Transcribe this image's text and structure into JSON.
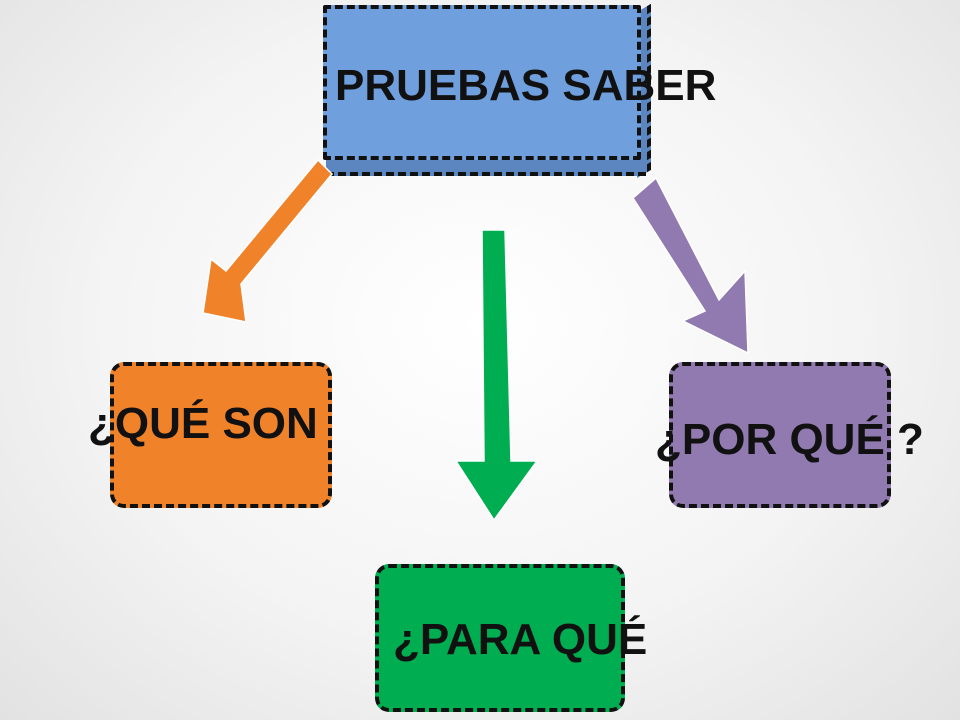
{
  "diagram": {
    "top_node": {
      "label": "PRUEBAS SABER",
      "color": "#6f9fdd"
    },
    "left_node": {
      "label": "¿QUÉ SON",
      "color": "#f0832a"
    },
    "right_node": {
      "label": "¿POR QUÉ ?",
      "color": "#907ab0"
    },
    "bottom_node": {
      "label": "¿PARA QUÉ",
      "color": "#00ad50"
    },
    "arrow_colors": {
      "left": "#f0832a",
      "center": "#00ad50",
      "right": "#907ab0"
    }
  }
}
